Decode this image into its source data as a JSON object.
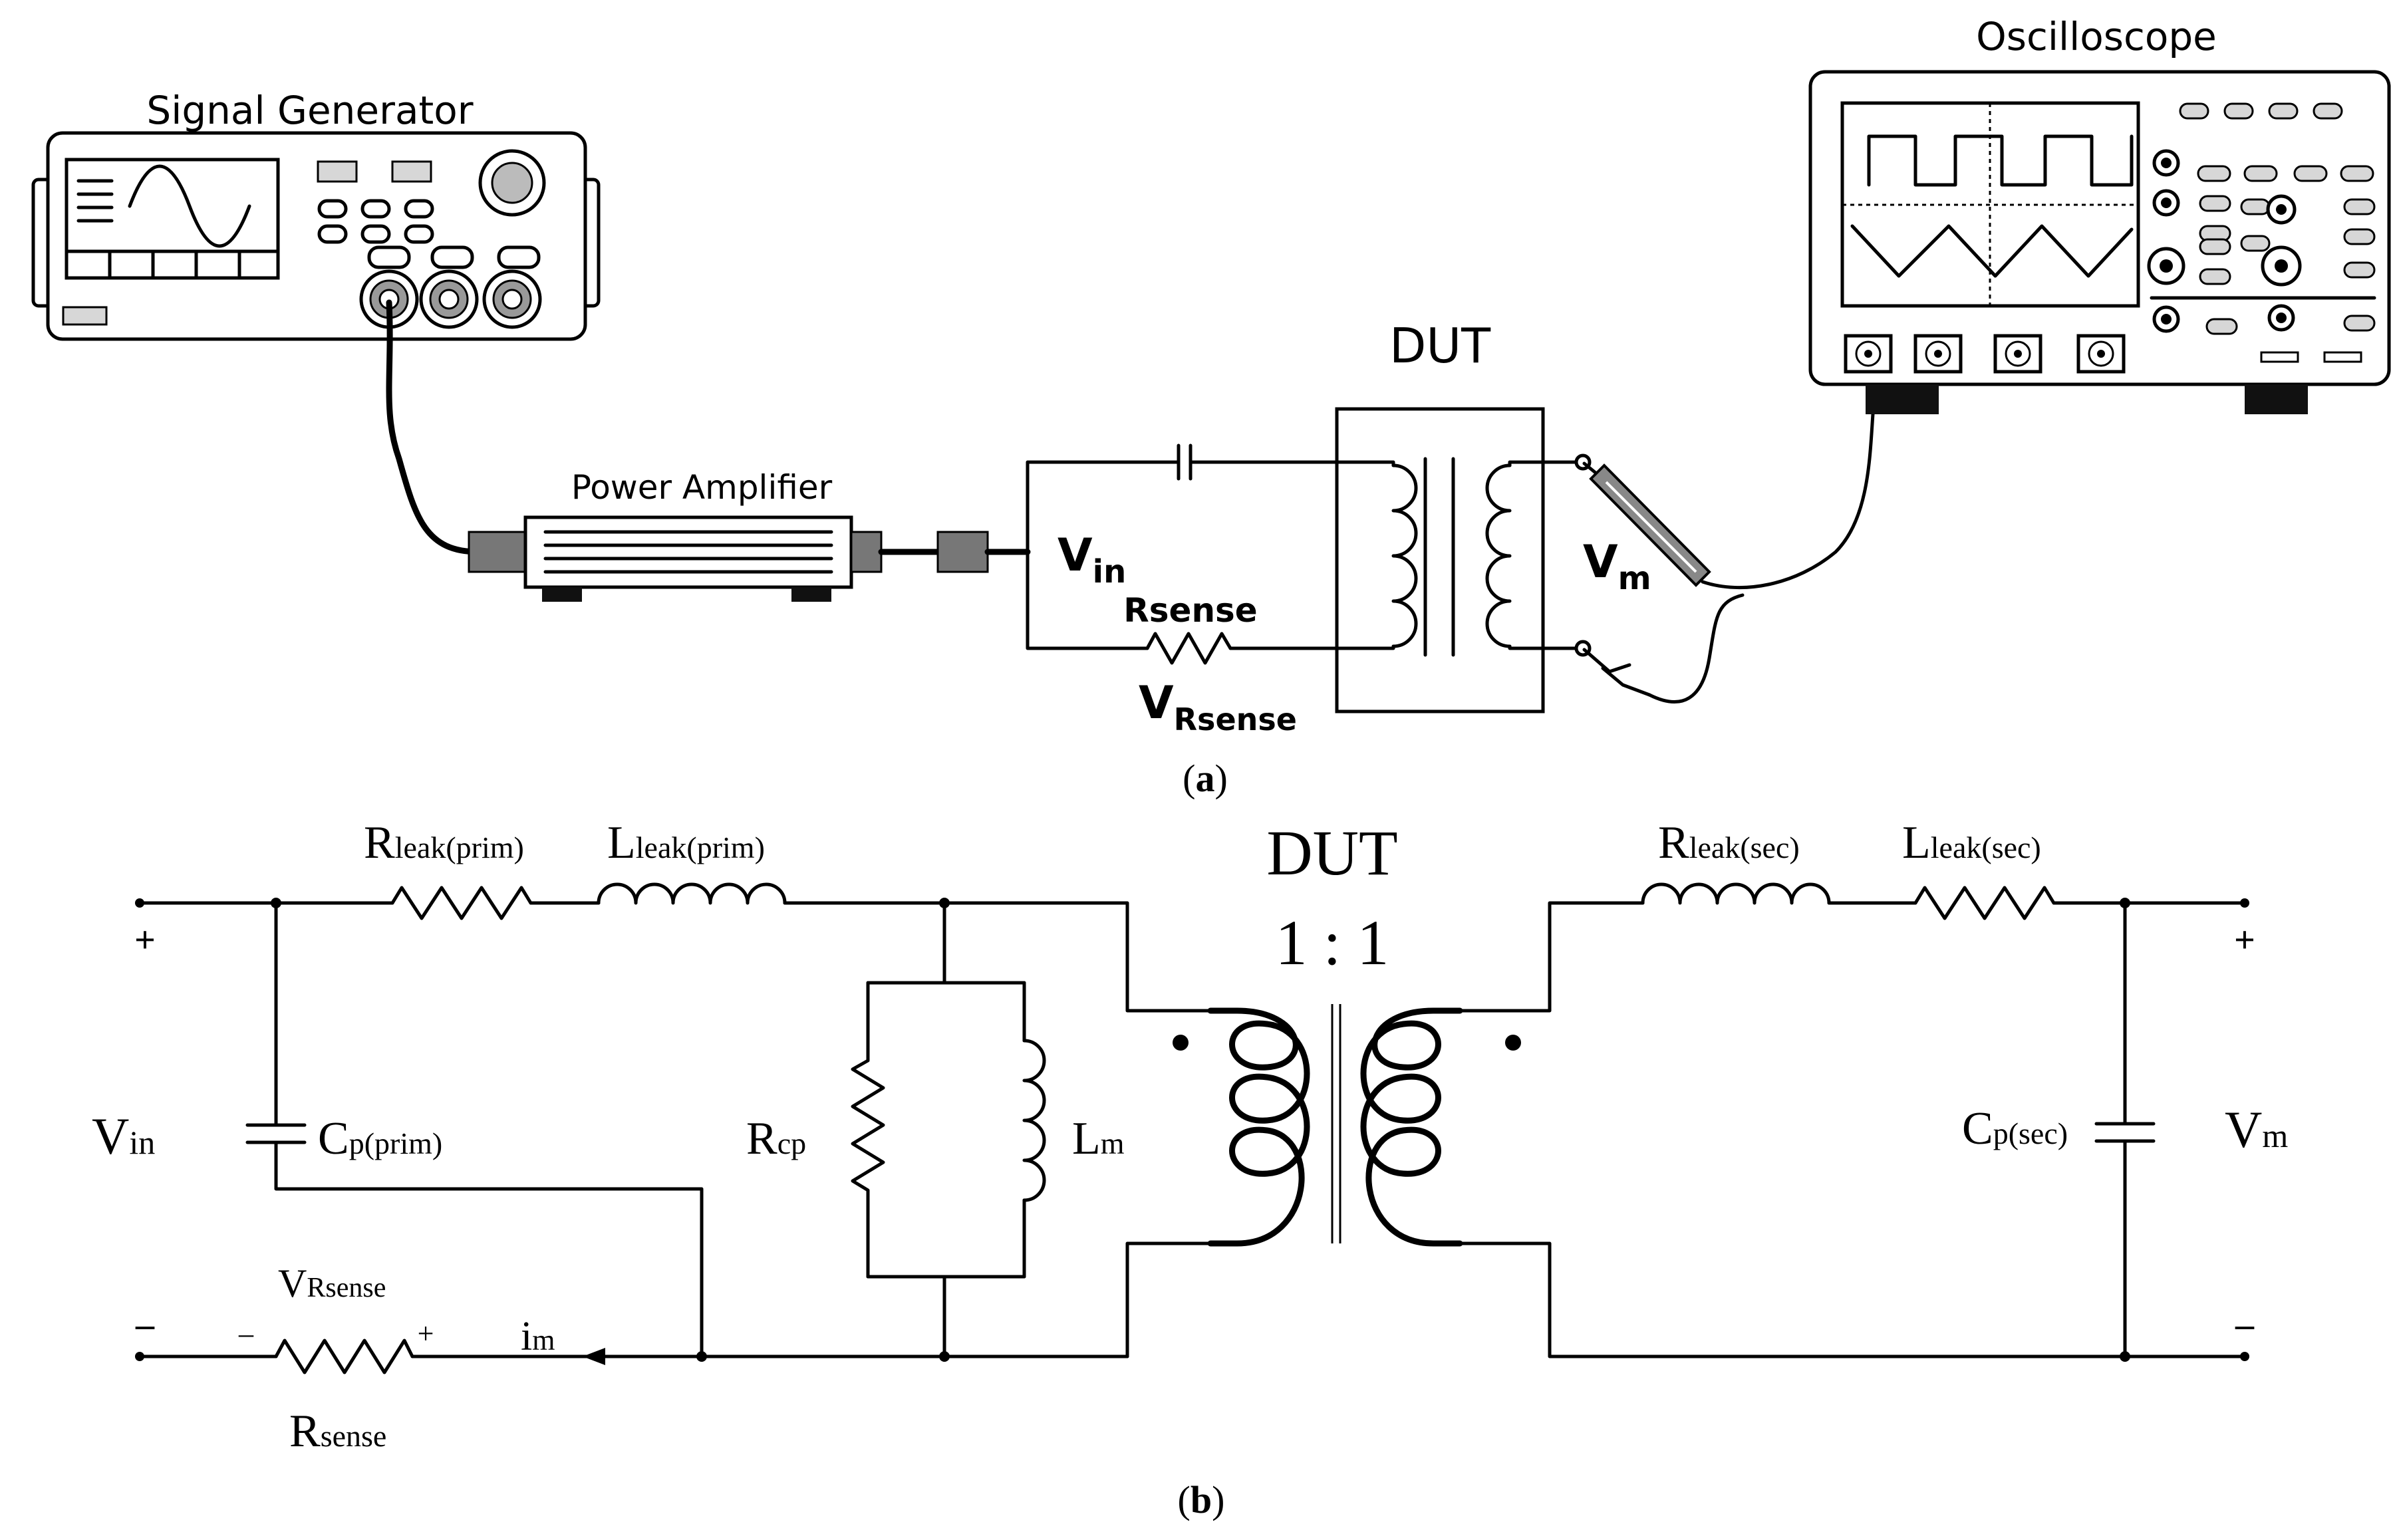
{
  "figure_a": {
    "signal_generator_label": "Signal Generator",
    "power_amplifier_label": "Power Amplifier",
    "oscilloscope_label": "Oscilloscope",
    "dut_label": "DUT",
    "vin_main": "V",
    "vin_sub": "in",
    "vm_main": "V",
    "vm_sub": "m",
    "rsense_label": "Rsense",
    "vrsense_main": "V",
    "vrsense_sub": "Rsense",
    "caption_open": "(",
    "caption_letter": "a",
    "caption_close": ")"
  },
  "figure_b": {
    "dut_label": "DUT",
    "ratio_label": "1 : 1",
    "rleak_prim_main": "R",
    "rleak_prim_sub": "leak(prim)",
    "lleak_prim_main": "L",
    "lleak_prim_sub": "leak(prim)",
    "rleak_sec_main": "R",
    "rleak_sec_sub": "leak(sec)",
    "lleak_sec_main": "L",
    "lleak_sec_sub": "leak(sec)",
    "vin_main": "V",
    "vin_sub": "in",
    "vm_main": "V",
    "vm_sub": "m",
    "cp_prim_main": "C",
    "cp_prim_sub": "p(prim)",
    "cp_sec_main": "C",
    "cp_sec_sub": "p(sec)",
    "rcp_main": "R",
    "rcp_sub": "cp",
    "lm_main": "L",
    "lm_sub": "m",
    "vrsense_main": "V",
    "vrsense_sub": "Rsense",
    "rsense_main": "R",
    "rsense_sub": "sense",
    "im_main": "i",
    "im_sub": "m",
    "plus": "+",
    "minus": "–",
    "caption_open": "(",
    "caption_letter": "b",
    "caption_close": ")"
  }
}
